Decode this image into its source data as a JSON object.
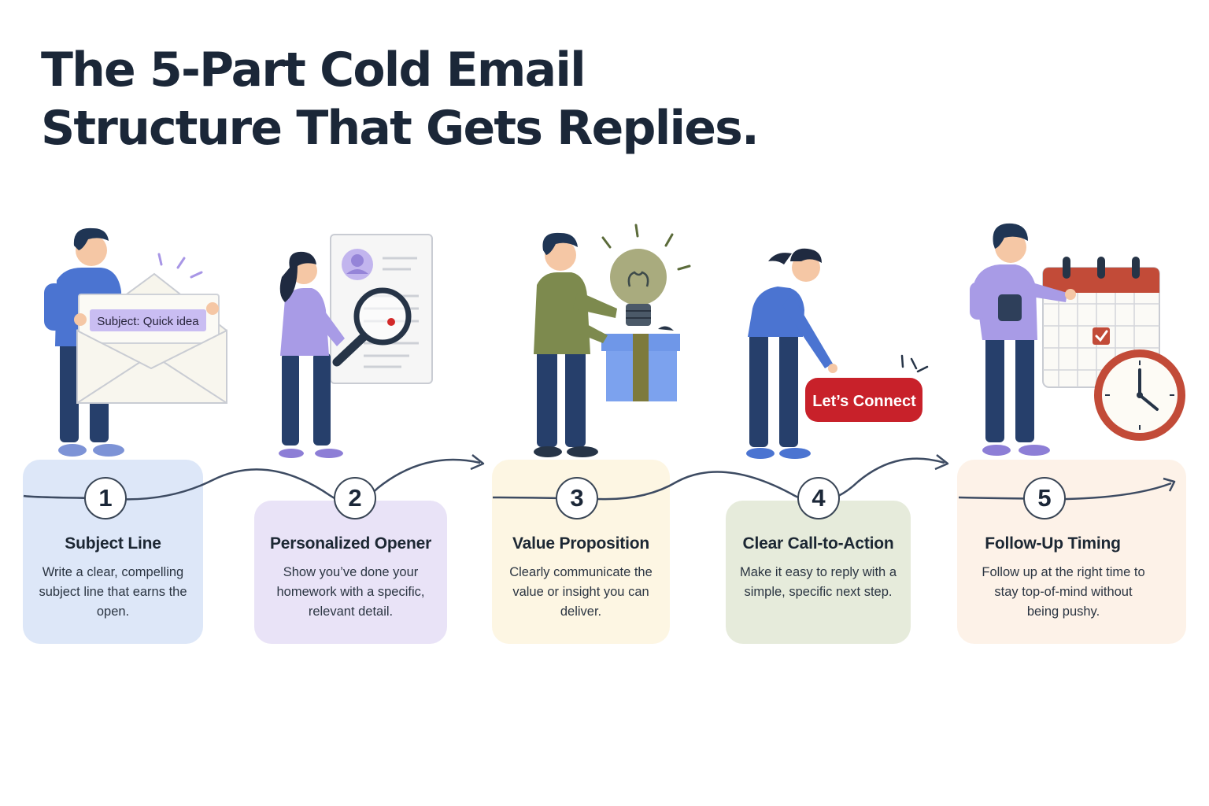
{
  "title": {
    "line1": "The 5-Part Cold Email",
    "line2": "Structure That Gets Replies."
  },
  "steps": [
    {
      "number": "1",
      "title": "Subject Line",
      "description": "Write a clear, compelling subject line that earns the open.",
      "color": "#dde7f8"
    },
    {
      "number": "2",
      "title": "Personalized Opener",
      "description": "Show you’ve done your homework with a specific, relevant detail.",
      "color": "#e9e3f7"
    },
    {
      "number": "3",
      "title": "Value Proposition",
      "description": "Clearly communicate the value or insight you can deliver.",
      "color": "#fdf6e3"
    },
    {
      "number": "4",
      "title": "Clear Call-to-Action",
      "description": "Make it easy to reply with a simple, specific next step.",
      "color": "#e6ebdb"
    },
    {
      "number": "5",
      "title": "Follow-Up Timing",
      "description": "Follow up at the right time to stay top-of-mind without being pushy.",
      "color": "#fdf2e8"
    }
  ],
  "illustrations": {
    "subject_tag": "Subject: Quick idea",
    "cta_button": "Let’s Connect"
  },
  "colors": {
    "heading": "#1b2738",
    "cta_red": "#c8212a",
    "calendar_red": "#c24b38",
    "tag_purple": "#c9bdf2"
  }
}
